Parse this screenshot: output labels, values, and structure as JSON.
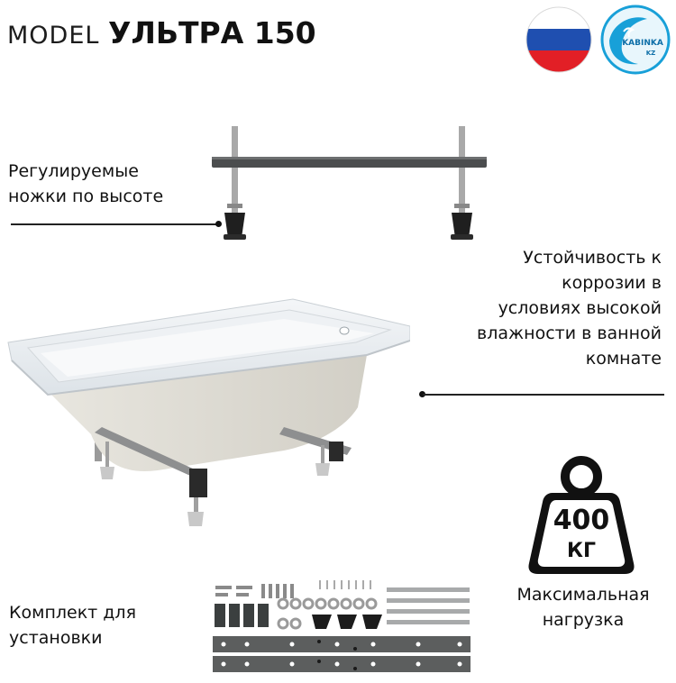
{
  "header": {
    "model_prefix": "MODEL",
    "model_name": "УЛЬТРА 150"
  },
  "badges": {
    "flag_colors": [
      "#ffffff",
      "#1f4fb0",
      "#e21f26"
    ],
    "logo_text_1": "KABINKA",
    "logo_text_2": "KZ",
    "logo_color": "#18a0d8"
  },
  "features": {
    "legs": {
      "line1": "Регулируемые",
      "line2": "ножки по высоте"
    },
    "corrosion": {
      "line1": "Устойчивость к",
      "line2": "коррозии в",
      "line3": "условиях высокой",
      "line4": "влажности в ванной",
      "line5": "комнате"
    },
    "kit": {
      "line1": "Комплект для",
      "line2": "установки"
    },
    "load": {
      "line1": "Максимальная",
      "line2": "нагрузка"
    }
  },
  "weight": {
    "value": "400",
    "unit": "КГ"
  },
  "icons": {
    "frame": "frame-with-legs-icon",
    "bath": "bathtub-image",
    "weight": "weight-icon",
    "kit": "mounting-kit-image"
  }
}
